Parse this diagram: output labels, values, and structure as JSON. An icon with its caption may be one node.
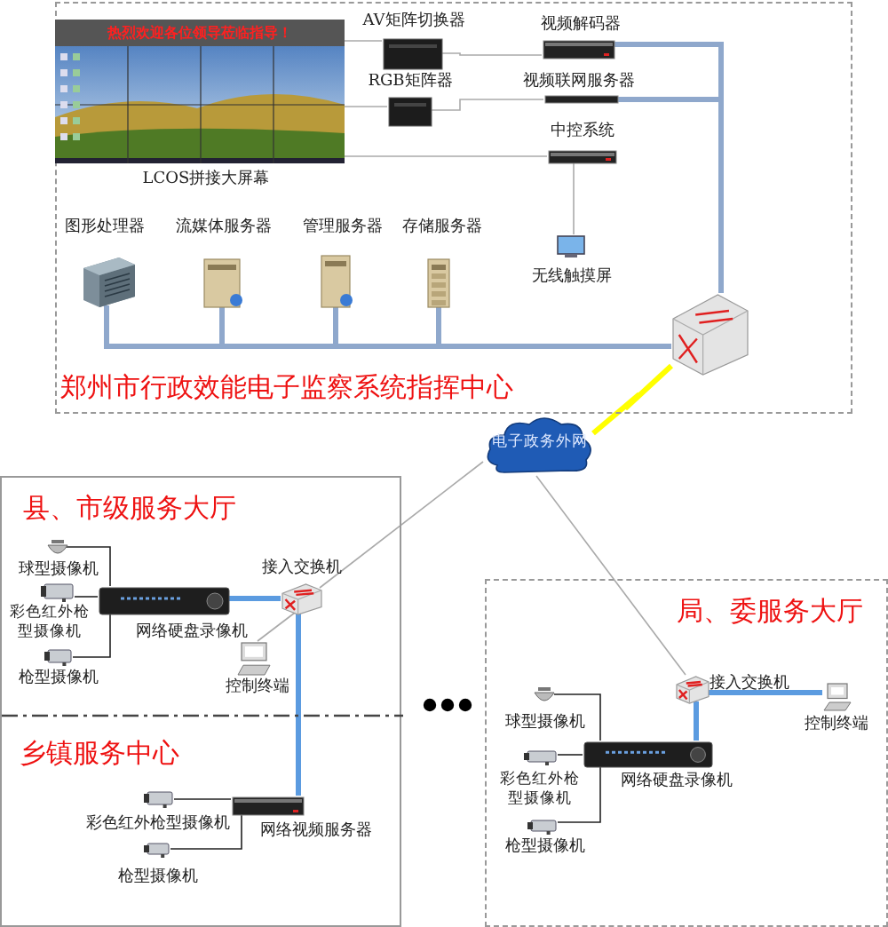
{
  "diagram": {
    "nodes": [
      {
        "text": [
          "郑州市行政效能电子监察系统指挥中心"
        ]
      },
      {
        "text": [
          "热烈欢迎各位领导莅临指导！",
          "LCOS拼接大屏幕"
        ],
        "in": 0
      },
      {
        "text": [
          "AV矩阵切换器"
        ],
        "in": 0
      },
      {
        "text": [
          "RGB矩阵器"
        ],
        "in": 0
      },
      {
        "text": [
          "视频解码器"
        ],
        "in": 0
      },
      {
        "text": [
          "视频联网服务器"
        ],
        "in": 0
      },
      {
        "text": [
          "中控系统"
        ],
        "in": 0
      },
      {
        "text": [
          "图形处理器"
        ],
        "in": 0
      },
      {
        "text": [
          "流媒体服务器"
        ],
        "in": 0
      },
      {
        "text": [
          "管理服务器"
        ],
        "in": 0
      },
      {
        "text": [
          "存储服务器"
        ],
        "in": 0
      },
      {
        "text": [
          "无线触摸屏"
        ],
        "in": 0
      },
      {
        "text": [],
        "shape": "picture",
        "in": 0
      },
      {
        "text": [
          "电子政务外网"
        ]
      },
      {
        "text": [
          "县、市级服务大厅"
        ]
      },
      {
        "text": [
          "乡镇服务中心"
        ],
        "in": 14
      },
      {
        "text": [
          "接入交换机"
        ],
        "in": 14
      },
      {
        "text": [
          "球型摄像机"
        ],
        "in": 14
      },
      {
        "text": [
          "彩色红外枪型摄像机"
        ],
        "in": 14
      },
      {
        "text": [
          "枪型摄像机"
        ],
        "in": 14
      },
      {
        "text": [
          "网络硬盘录像机"
        ],
        "in": 14
      },
      {
        "text": [
          "控制终端"
        ],
        "in": 14
      },
      {
        "text": [
          "彩色红外枪型摄像机"
        ],
        "in": 15
      },
      {
        "text": [
          "枪型摄像机"
        ],
        "in": 15
      },
      {
        "text": [
          "网络视频服务器"
        ],
        "in": 15
      },
      {
        "text": [
          "局、委服务大厅"
        ]
      },
      {
        "text": [
          "接入交换机"
        ],
        "in": 25
      },
      {
        "text": [
          "球型摄像机"
        ],
        "in": 25
      },
      {
        "text": [
          "彩色红外枪型摄像机"
        ],
        "in": 25
      },
      {
        "text": [
          "枪型摄像机"
        ],
        "in": 25
      },
      {
        "text": [
          "网络硬盘录像机"
        ],
        "in": 25
      },
      {
        "text": [
          "控制终端"
        ],
        "in": 25
      }
    ],
    "edges": [
      {
        "from": 1,
        "to": 2,
        "arrow": "none"
      },
      {
        "from": 1,
        "to": 3,
        "arrow": "none"
      },
      {
        "from": 2,
        "to": 4,
        "arrow": "none"
      },
      {
        "from": 3,
        "to": 5,
        "arrow": "none"
      },
      {
        "from": 1,
        "to": 6,
        "arrow": "none"
      },
      {
        "from": 6,
        "to": 11,
        "arrow": "none"
      },
      {
        "from": 4,
        "to": 12,
        "arrow": "none",
        "style": "thick",
        "color": "#8fa8cc"
      },
      {
        "from": 5,
        "to": 12,
        "arrow": "none",
        "style": "thick",
        "color": "#8fa8cc"
      },
      {
        "from": 7,
        "to": 12,
        "arrow": "none",
        "style": "thick",
        "color": "#8fa8cc"
      },
      {
        "from": 8,
        "to": 12,
        "arrow": "none",
        "style": "thick",
        "color": "#8fa8cc"
      },
      {
        "from": 9,
        "to": 12,
        "arrow": "none",
        "style": "thick",
        "color": "#8fa8cc"
      },
      {
        "from": 10,
        "to": 12,
        "arrow": "none",
        "style": "thick",
        "color": "#8fa8cc"
      },
      {
        "from": 12,
        "to": 13,
        "arrow": "none",
        "style": "thick",
        "color": "#ffff00"
      },
      {
        "from": 13,
        "to": 16,
        "arrow": "none"
      },
      {
        "from": 13,
        "to": 26,
        "arrow": "none"
      },
      {
        "from": 17,
        "to": 20,
        "arrow": "none",
        "color": "#222222"
      },
      {
        "from": 18,
        "to": 20,
        "arrow": "none",
        "color": "#222222"
      },
      {
        "from": 19,
        "to": 20,
        "arrow": "none",
        "color": "#222222"
      },
      {
        "from": 20,
        "to": 16,
        "arrow": "none",
        "style": "thick",
        "color": "#5b9be0"
      },
      {
        "from": 16,
        "to": 21,
        "arrow": "none"
      },
      {
        "from": 16,
        "to": 24,
        "arrow": "none",
        "style": "thick",
        "color": "#5b9be0"
      },
      {
        "from": 22,
        "to": 24,
        "arrow": "none",
        "color": "#222222"
      },
      {
        "from": 23,
        "to": 24,
        "arrow": "none",
        "color": "#222222"
      },
      {
        "from": 27,
        "to": 30,
        "arrow": "none",
        "color": "#222222"
      },
      {
        "from": 28,
        "to": 30,
        "arrow": "none",
        "color": "#222222"
      },
      {
        "from": 29,
        "to": 30,
        "arrow": "none",
        "color": "#222222"
      },
      {
        "from": 30,
        "to": 26,
        "arrow": "none",
        "style": "thick",
        "color": "#5b9be0"
      },
      {
        "from": 26,
        "to": 31,
        "arrow": "none",
        "style": "thick",
        "color": "#5b9be0"
      }
    ]
  }
}
